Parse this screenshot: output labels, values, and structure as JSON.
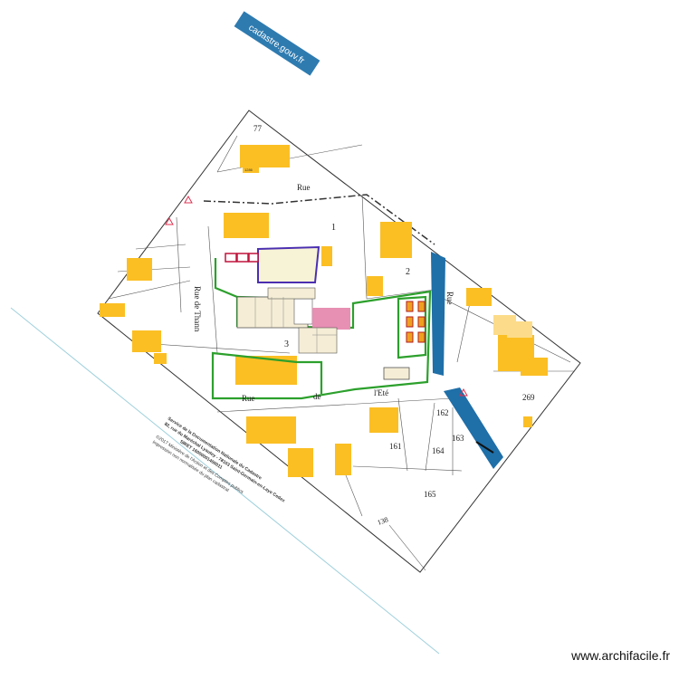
{
  "banner": {
    "text": "cadastre.gouv.fr",
    "color": "#2e7bb0"
  },
  "streets": {
    "rue_top": "Rue",
    "rue_thann": "Rue  de  Thann",
    "rue_right": "Rue",
    "rue_ete_1": "Rue",
    "rue_ete_2": "de",
    "rue_ete_3": "l'Eté"
  },
  "parcels": {
    "p77": "77",
    "p1": "1",
    "p2": "2",
    "p3": "3",
    "p162": "162",
    "p163": "163",
    "p164": "164",
    "p161": "161",
    "p165": "165",
    "p269": "269",
    "p138": "138",
    "p1286": "1286"
  },
  "sidenote": {
    "line1": "Service de la Documentation Nationale du Cadastre",
    "line2": "82, rue du Maréchal Lyautey - 78103 Saint-Germain-en-Laye Cedex",
    "line3": "SIRET 16000001400011",
    "line4": "©2017 Ministère de l'Action et des Comptes publics",
    "line5": "Impression non normalisée du plan cadastral"
  },
  "watermark": "www.archifacile.fr",
  "colors": {
    "building": "#fbbf24",
    "green_outline": "#2ca02c",
    "blue_strip": "#1f6fa8",
    "purple": "#4b2fb0",
    "pink": "#e88fb4",
    "red": "#c0143c"
  }
}
